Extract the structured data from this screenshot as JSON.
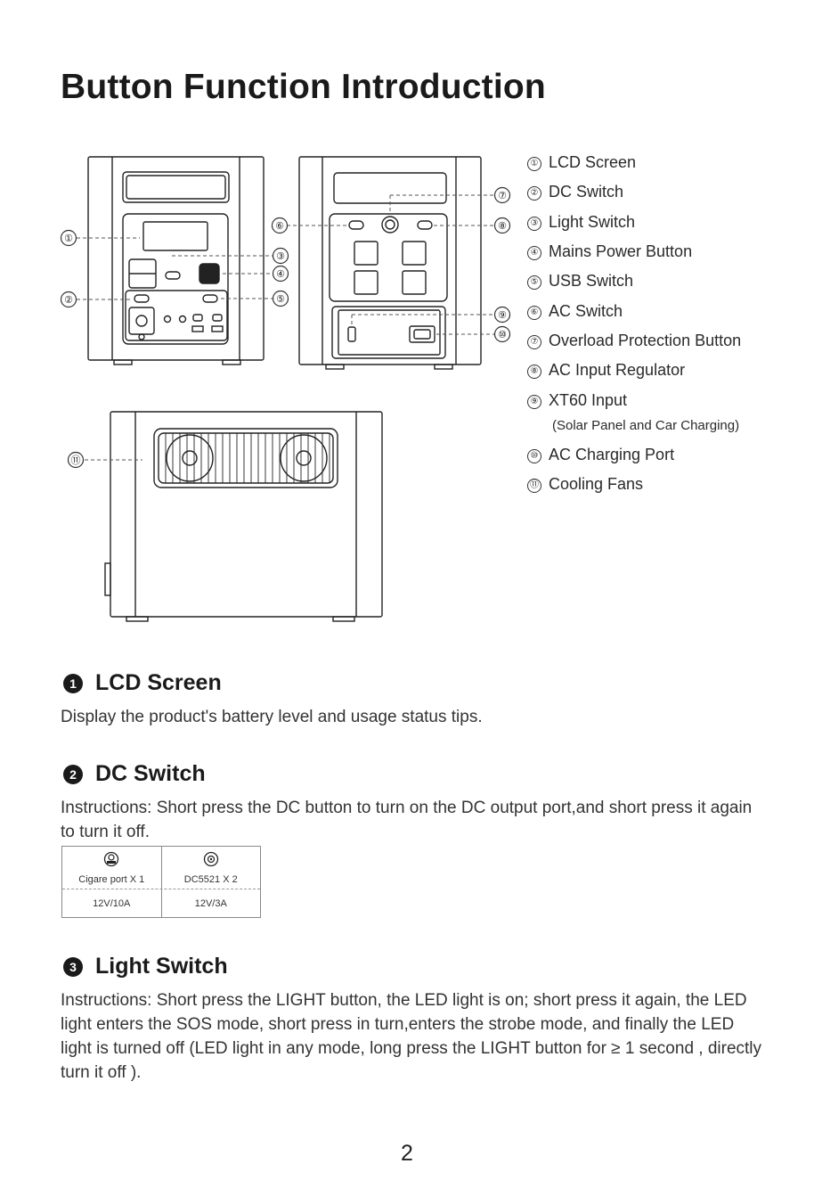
{
  "title": "Button Function Introduction",
  "callout_numbers": [
    "①",
    "②",
    "③",
    "④",
    "⑤",
    "⑥",
    "⑦",
    "⑧",
    "⑨",
    "⑩",
    "⑪"
  ],
  "legend": [
    {
      "num": "①",
      "label": "LCD Screen"
    },
    {
      "num": "②",
      "label": "DC Switch"
    },
    {
      "num": "③",
      "label": "Light Switch"
    },
    {
      "num": "④",
      "label": "Mains Power Button"
    },
    {
      "num": "⑤",
      "label": "USB Switch"
    },
    {
      "num": "⑥",
      "label": "AC Switch"
    },
    {
      "num": "⑦",
      "label": "Overload Protection Button"
    },
    {
      "num": "⑧",
      "label": "AC Input Regulator"
    },
    {
      "num": "⑨",
      "label": "XT60 Input"
    },
    {
      "num": "⑩",
      "label": "AC Charging Port"
    },
    {
      "num": "⑪",
      "label": "Cooling Fans"
    }
  ],
  "legend_note": "(Solar Panel and Car Charging)",
  "sections": [
    {
      "badge": "1",
      "heading": "LCD Screen",
      "text": "Display the product's battery level and usage status tips."
    },
    {
      "badge": "2",
      "heading": "DC Switch",
      "text": "Instructions: Short press the DC button to turn on the DC output port,and short press it again to turn it off."
    },
    {
      "badge": "3",
      "heading": "Light Switch",
      "text": "Instructions: Short press the LIGHT button, the LED light is on; short press it again, the LED light enters the SOS mode, short press in turn,enters the strobe mode, and finally the LED light is turned off (LED light in any mode, long press the LIGHT button for ≥ 1 second , directly turn it off )."
    }
  ],
  "spec_table": [
    {
      "name": "Cigare port X 1",
      "value": "12V/10A",
      "icon": "cigarette-port-icon"
    },
    {
      "name": "DC5521 X 2",
      "value": "12V/3A",
      "icon": "dc-port-icon"
    }
  ],
  "page_number": "2"
}
